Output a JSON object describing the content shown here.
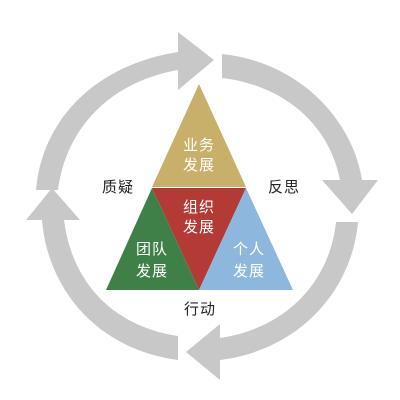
{
  "colors": {
    "cycle_arrow": "#c8c8c8",
    "business": "#c8b06a",
    "organization": "#b33a35",
    "team": "#3f8049",
    "personal": "#8db7dd",
    "label_dark": "#222222",
    "label_light": "#ffffff"
  },
  "cycle": {
    "steps": [
      "反思",
      "行动",
      "质疑"
    ]
  },
  "triangles": {
    "business": {
      "line1": "业务",
      "line2": "发展"
    },
    "organization": {
      "line1": "组织",
      "line2": "发展"
    },
    "team": {
      "line1": "团队",
      "line2": "发展"
    },
    "personal": {
      "line1": "个人",
      "line2": "发展"
    }
  }
}
